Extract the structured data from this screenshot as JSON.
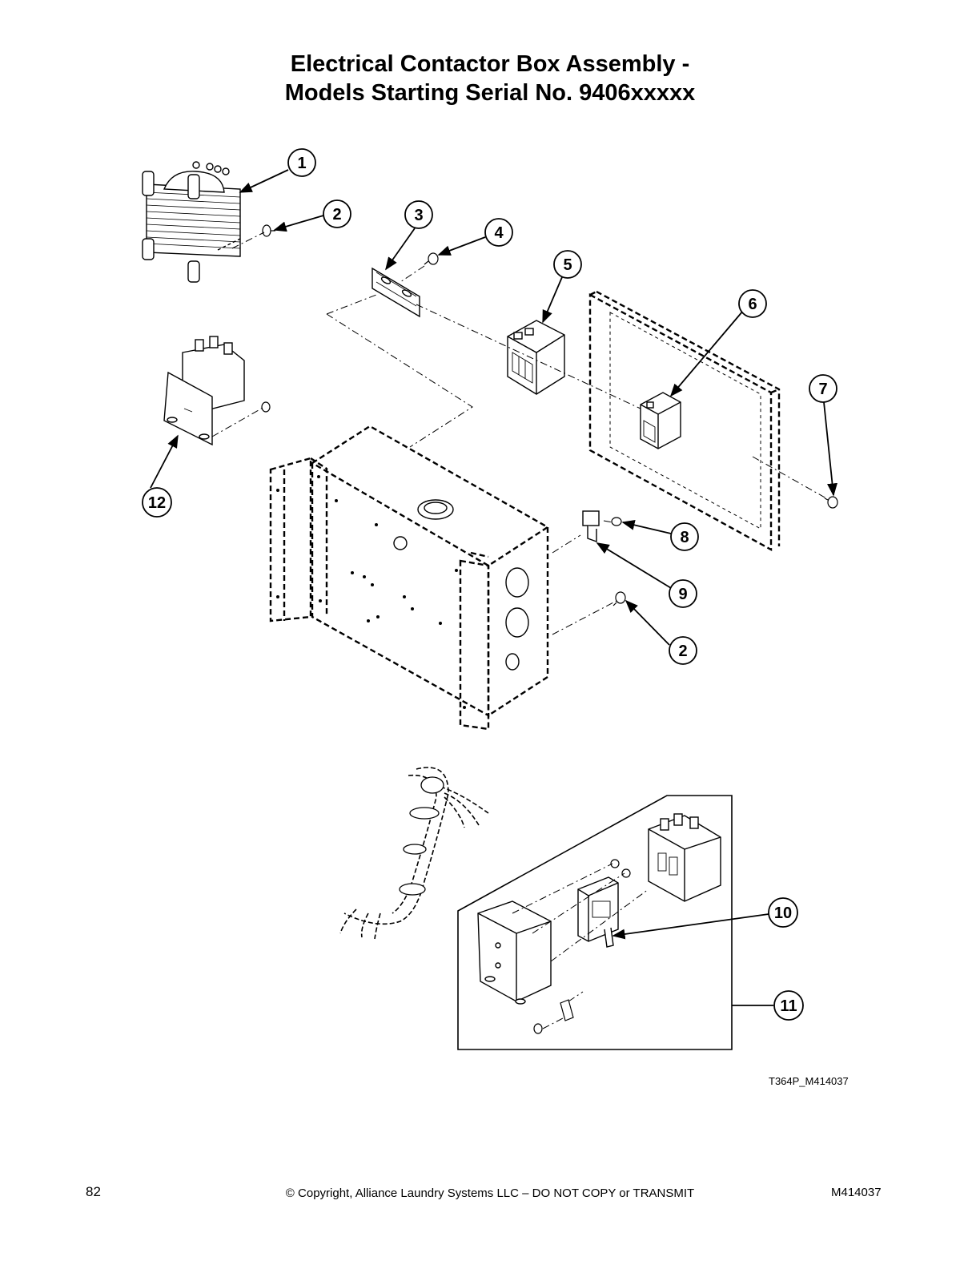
{
  "title": {
    "line1": "Electrical Contactor Box Assembly -",
    "line2": "Models Starting Serial No. 9406xxxxx"
  },
  "callouts": [
    "1",
    "2",
    "3",
    "4",
    "5",
    "6",
    "7",
    "12",
    "8",
    "9",
    "2",
    "10",
    "11"
  ],
  "figure_id": "T364P_M414037",
  "footer": {
    "page_number": "82",
    "copyright": "© Copyright, Alliance Laundry Systems LLC – DO NOT COPY or TRANSMIT",
    "doc_number": "M414037"
  }
}
